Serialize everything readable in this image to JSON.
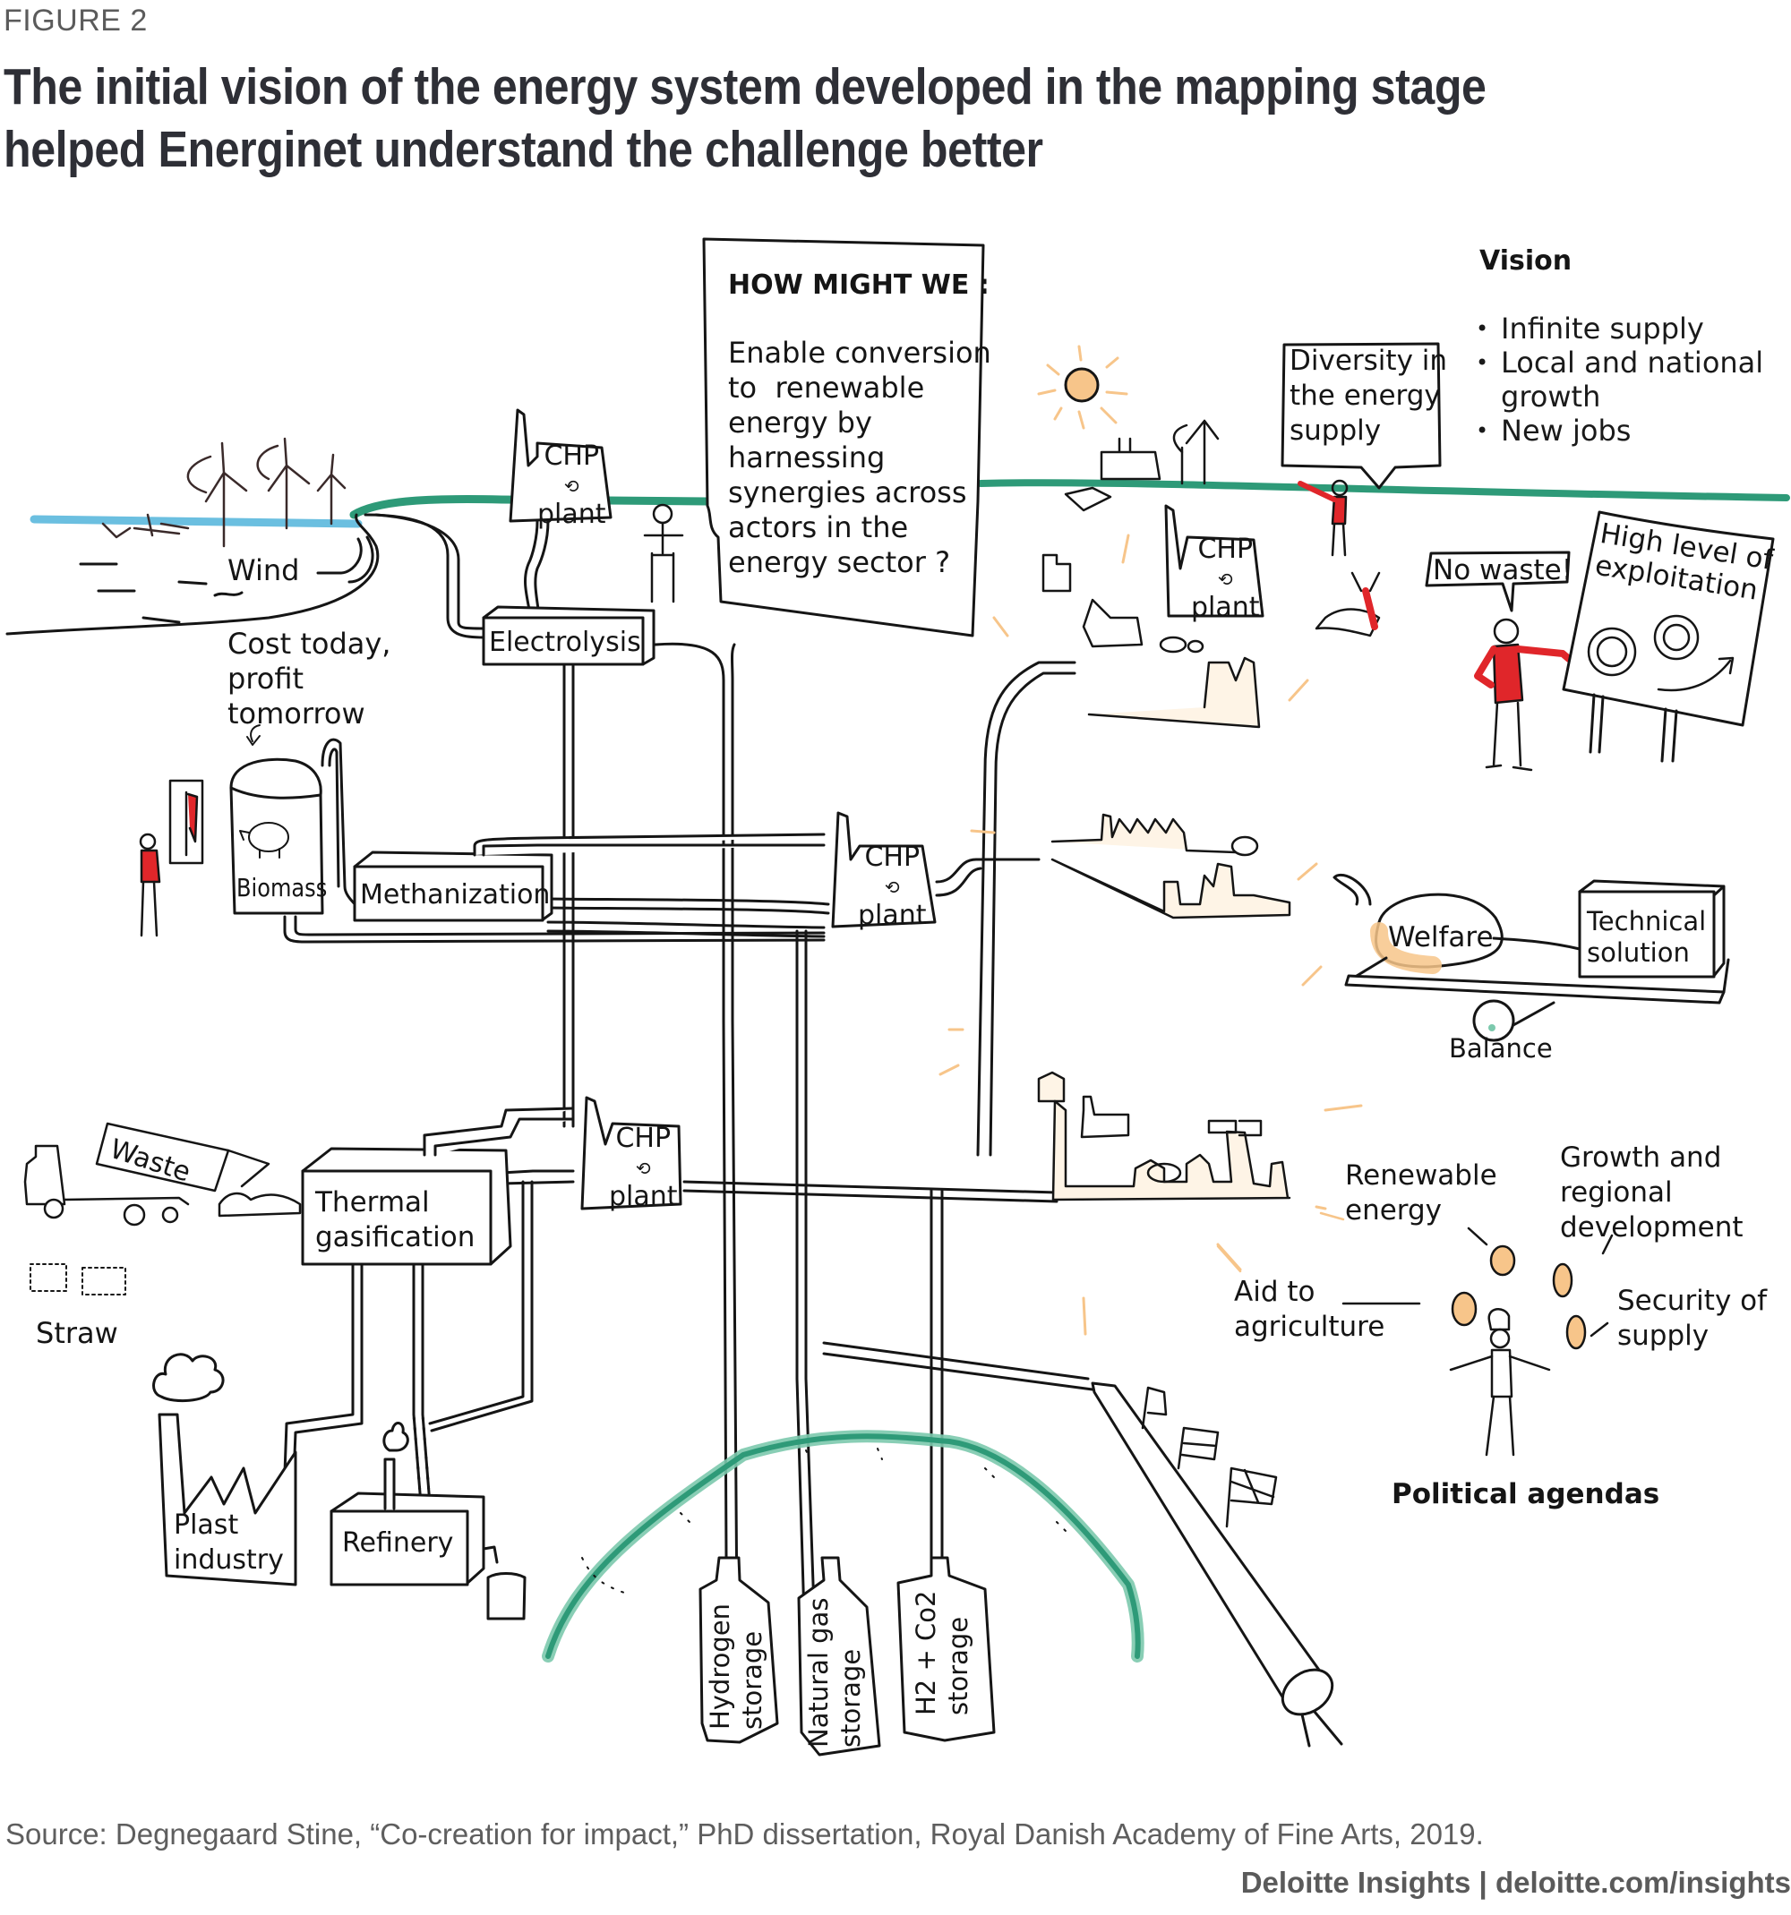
{
  "figure_label": "FIGURE 2",
  "title": "The initial vision of the energy system developed in the mapping stage helped Energinet understand the challenge better",
  "hmw": {
    "heading": "HOW MIGHT WE :",
    "body": "Enable conversion\nto  renewable\nenergy by\nharnessing\nsynergies across\nactors in the\nenergy sector ?"
  },
  "vision": {
    "heading": "Vision",
    "items": [
      "Infinite supply",
      "Local and national\ngrowth",
      "New jobs"
    ]
  },
  "speech": {
    "diversity": "Diversity in\nthe energy\nsupply",
    "no_waste": "No waste!",
    "high_level": "High level of\nexploitation"
  },
  "sources": {
    "wind": "Wind",
    "cost_note": "Cost today,\nprofit\ntomorrow",
    "biomass": "Biomass",
    "waste": "Waste",
    "straw": "Straw"
  },
  "processes": {
    "electrolysis": "Electrolysis",
    "methanization": "Methanization",
    "thermal_gasification": "Thermal\ngasification",
    "refinery": "Refinery",
    "plast_industry": "Plast\nindustry",
    "chp_chp": "CHP",
    "chp_plant": "plant"
  },
  "storage": [
    {
      "label": "Hydrogen\nstorage"
    },
    {
      "label": "Natural gas\nstorage"
    },
    {
      "label": "H2 + Co2\nstorage"
    }
  ],
  "balance": {
    "welfare": "Welfare",
    "technical": "Technical\nsolution",
    "balance": "Balance"
  },
  "political": {
    "renewable": "Renewable\nenergy",
    "growth": "Growth and\nregional\ndevelopment",
    "aid": "Aid to\nagriculture",
    "security": "Security of\nsupply",
    "heading": "Political agendas"
  },
  "colors": {
    "green": "#2e9a78",
    "green_light": "#7cc9ad",
    "blue": "#5bb8dd",
    "orange": "#f7c58a",
    "red": "#e0262a",
    "ink": "#151515"
  },
  "footer": {
    "source": "Source: Degnegaard Stine, “Co-creation for impact,” PhD dissertation, Royal Danish Academy of Fine Arts, 2019.",
    "credit": "Deloitte Insights | deloitte.com/insights"
  }
}
